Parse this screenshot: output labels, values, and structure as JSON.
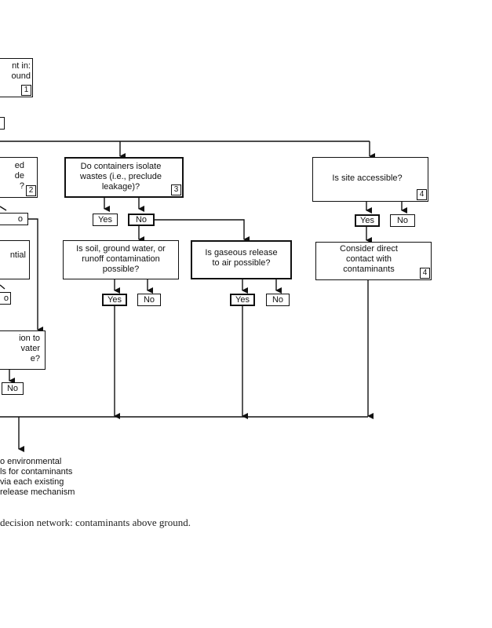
{
  "boxes": {
    "top_left": {
      "lines": [
        "nt in:",
        "ound"
      ],
      "num": "1"
    },
    "left_small": {
      "lines": [
        ""
      ]
    },
    "left_q": {
      "lines": [
        "ed",
        "de",
        "?"
      ],
      "num": "2"
    },
    "containers": {
      "lines": [
        "Do containers isolate",
        "wastes (i.e., preclude",
        "leakage)?"
      ],
      "num": "3"
    },
    "site": {
      "lines": [
        "Is site accessible?"
      ],
      "num": "4"
    },
    "left_mid": {
      "lines": [
        "ntial"
      ]
    },
    "soil": {
      "lines": [
        "Is soil, ground water, or",
        "runoff contamination",
        "possible?"
      ]
    },
    "gaseous": {
      "lines": [
        "Is gaseous release",
        "to air possible?"
      ]
    },
    "direct": {
      "lines": [
        "Consider direct",
        "contact with",
        "contaminants"
      ],
      "num": "4"
    },
    "left_low": {
      "lines": [
        "ion to",
        "vater",
        "e?"
      ]
    }
  },
  "options": {
    "left_no1": "o",
    "left_no2": "o",
    "left_no3": "No",
    "cont_yes": "Yes",
    "cont_no": "No",
    "site_yes": "Yes",
    "site_no": "No",
    "soil_yes": "Yes",
    "soil_no": "No",
    "gas_yes": "Yes",
    "gas_no": "No"
  },
  "result_lines": [
    "o environmental",
    "ls for contaminants",
    " via each existing",
    " release mechanism"
  ],
  "caption": "decision network: contaminants above ground."
}
